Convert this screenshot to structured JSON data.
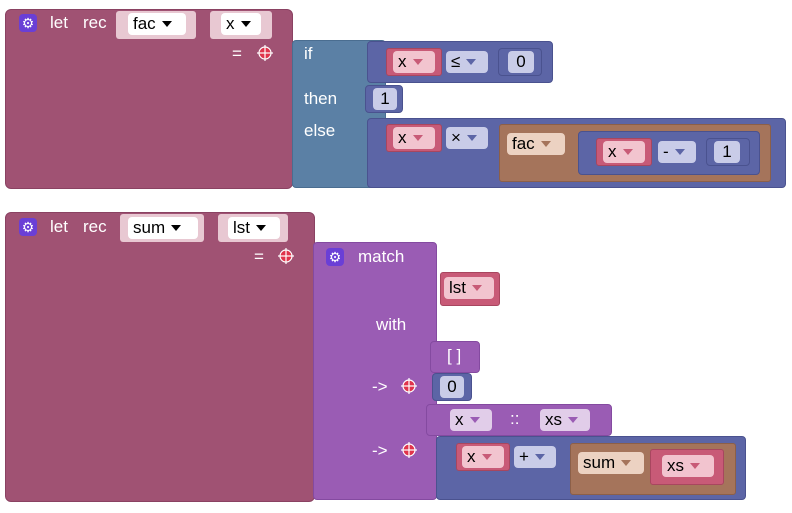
{
  "fac_block": {
    "kw_let": "let",
    "kw_rec": "rec",
    "name": "fac",
    "param": "x",
    "eq": "=",
    "if_label": "if",
    "then_label": "then",
    "else_label": "else",
    "cond_left": "x",
    "cond_op": "≤",
    "cond_right": "0",
    "then_value": "1",
    "else_left": "x",
    "else_op": "×",
    "call_fn": "fac",
    "call_arg_left": "x",
    "call_arg_op": "-",
    "call_arg_right": "1"
  },
  "sum_block": {
    "kw_let": "let",
    "kw_rec": "rec",
    "name": "sum",
    "param": "lst",
    "eq": "=",
    "match_label": "match",
    "match_subject": "lst",
    "with_label": "with",
    "case1_pattern": "[ ]",
    "case1_arrow": "->",
    "case1_result": "0",
    "case2_head": "x",
    "case2_cons": "::",
    "case2_tail": "xs",
    "case2_arrow": "->",
    "case2_left": "x",
    "case2_op": "+",
    "case2_fn": "sum",
    "case2_arg": "xs"
  },
  "icons": {
    "gear": "gear-icon",
    "target": "crosshair-target-icon"
  },
  "colors": {
    "let_block": "#a05273",
    "if_block": "#5b80a5",
    "num_block": "#5c65a6",
    "match_block": "#9a5cb4",
    "call_block": "#a5745b",
    "var_block": "#c85a77",
    "gear": "#6a3fd6"
  }
}
